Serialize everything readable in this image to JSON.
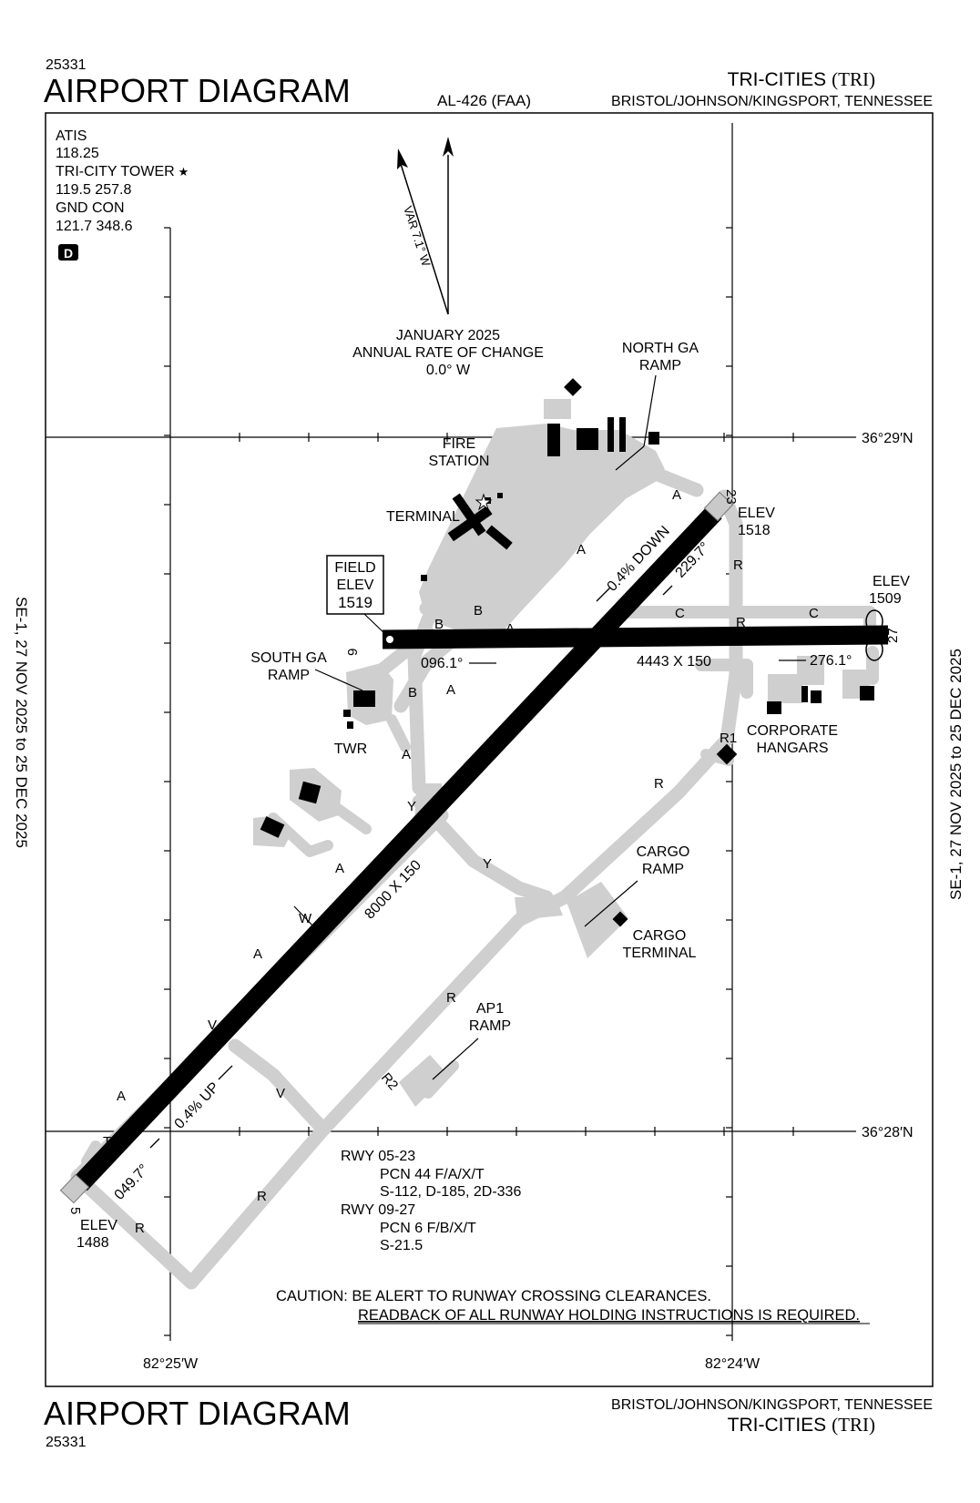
{
  "header": {
    "chart_number": "25331",
    "title": "AIRPORT DIAGRAM",
    "chart_id": "AL-426 (FAA)",
    "airport_name": "TRI-CITIES",
    "airport_code": "(TRI)",
    "location": "BRISTOL/JOHNSON/KINGSPORT, TENNESSEE"
  },
  "footer": {
    "title": "AIRPORT DIAGRAM",
    "chart_number": "25331",
    "location": "BRISTOL/JOHNSON/KINGSPORT, TENNESSEE",
    "airport_name": "TRI-CITIES",
    "airport_code": "(TRI)"
  },
  "side": {
    "left": "SE-1, 27 NOV 2025 to 25 DEC 2025",
    "right": "SE-1, 27 NOV 2025 to 25 DEC 2025"
  },
  "comms": {
    "atis_label": "ATIS",
    "atis_freq": "118.25",
    "tower_label": "TRI-CITY TOWER",
    "tower_star": "★",
    "tower_freq": "119.5  257.8",
    "gnd_label": "GND CON",
    "gnd_freq": "121.7  348.6",
    "d_symbol": "D"
  },
  "magnetic": {
    "variation": "VAR 7.1° W",
    "epoch": "JANUARY 2025",
    "rate_label": "ANNUAL RATE OF CHANGE",
    "rate_value": "0.0° W"
  },
  "coords": {
    "lat_north": "36°29′N",
    "lat_south": "36°28′N",
    "lon_west": "82°25′W",
    "lon_east": "82°24′W"
  },
  "labels": {
    "north_ga": [
      "NORTH GA",
      "RAMP"
    ],
    "fire": [
      "FIRE",
      "STATION"
    ],
    "terminal": "TERMINAL",
    "field_elev": [
      "FIELD",
      "ELEV",
      "1519"
    ],
    "south_ga": [
      "SOUTH GA",
      "RAMP"
    ],
    "twr": "TWR",
    "corporate": [
      "CORPORATE",
      "HANGARS"
    ],
    "cargo_ramp": [
      "CARGO",
      "RAMP"
    ],
    "cargo_terminal": [
      "CARGO",
      "TERMINAL"
    ],
    "ap1": [
      "AP1",
      "RAMP"
    ]
  },
  "runways": {
    "r05_23": {
      "end_low": "5",
      "end_high": "23",
      "dims": "8000 X 150",
      "heading_low": "049.7°",
      "heading_high": "229.7°",
      "slope_up": "0.4% UP",
      "slope_down": "0.4% DOWN",
      "elev_low_label": "ELEV",
      "elev_low": "1488",
      "elev_high_label": "ELEV",
      "elev_high": "1518"
    },
    "r09_27": {
      "end_low": "9",
      "end_high": "27",
      "dims": "4443 X 150",
      "heading_low": "096.1°",
      "heading_high": "276.1°",
      "elev_high_label": "ELEV",
      "elev_high": "1509"
    }
  },
  "taxiways": {
    "a": "A",
    "b": "B",
    "c": "C",
    "r": "R",
    "r1": "R1",
    "r2": "R2",
    "t": "T",
    "v": "V",
    "w": "W",
    "y": "Y"
  },
  "pcn": {
    "rwy1": "RWY 05-23",
    "rwy1_pcn": "PCN 44 F/A/X/T",
    "rwy1_strength": "S-112, D-185, 2D-336",
    "rwy2": "RWY 09-27",
    "rwy2_pcn": "PCN 6 F/B/X/T",
    "rwy2_strength": "S-21.5"
  },
  "caution": {
    "line1": "CAUTION: BE ALERT TO RUNWAY CROSSING CLEARANCES.",
    "line2": "READBACK OF ALL RUNWAY HOLDING INSTRUCTIONS IS REQUIRED."
  }
}
